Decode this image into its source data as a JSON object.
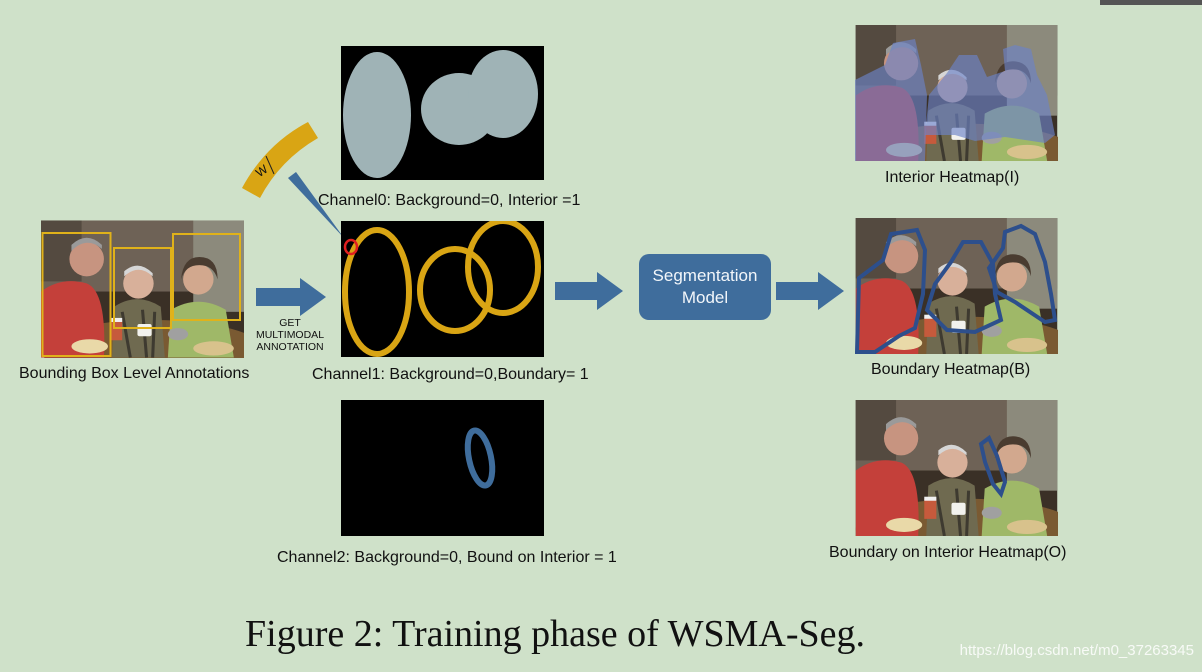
{
  "figure": {
    "caption": "Figure 2: Training phase of WSMA-Seg.",
    "watermark": "https://blog.csdn.net/m0_37263345"
  },
  "labels": {
    "input": "Bounding Box Level Annotations",
    "get_annotation_line1": "GET",
    "get_annotation_line2": "MULTIMODAL",
    "get_annotation_line3": "ANNOTATION",
    "channel0": "Channel0: Background=0, Interior =1",
    "channel1": "Channel1: Background=0,Boundary= 1",
    "channel2": "Channel2: Background=0, Bound on Interior = 1",
    "width_marker": "W",
    "segmentation_line1": "Segmentation",
    "segmentation_line2": "Model",
    "interior_heatmap": "Interior Heatmap(I)",
    "boundary_heatmap": "Boundary Heatmap(B)",
    "boundary_on_interior_heatmap": "Boundary on Interior Heatmap(O)"
  },
  "colors": {
    "background": "#cfe1c9",
    "arrow": "#3f6d9c",
    "interior_fill": "#9fb3b6",
    "boundary_stroke": "#d9a514",
    "bound_on_interior": "#3f6d9c",
    "bbox": "#e0b21a"
  }
}
